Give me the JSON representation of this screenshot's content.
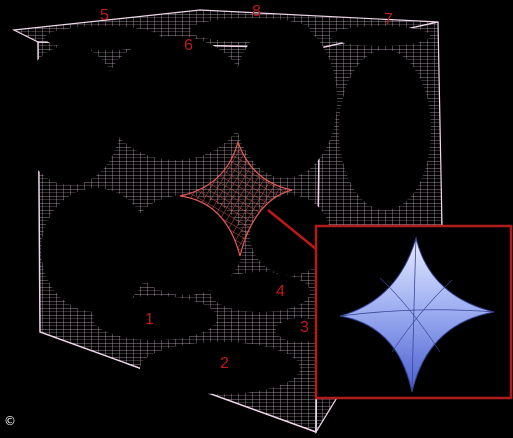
{
  "labels": {
    "l1": "1",
    "l2": "2",
    "l3": "3",
    "l4": "4",
    "l5": "5",
    "l6": "6",
    "l7": "7",
    "l8": "8"
  },
  "copyright": "©",
  "colors": {
    "background": "#000000",
    "mesh": "#f0d6ea",
    "highlight_mesh": "#e05a55",
    "label": "#c01818",
    "inset_border": "#b01c1c",
    "inset_fill_top": "#d8e2ff",
    "inset_fill_bottom": "#5a6fd8"
  }
}
